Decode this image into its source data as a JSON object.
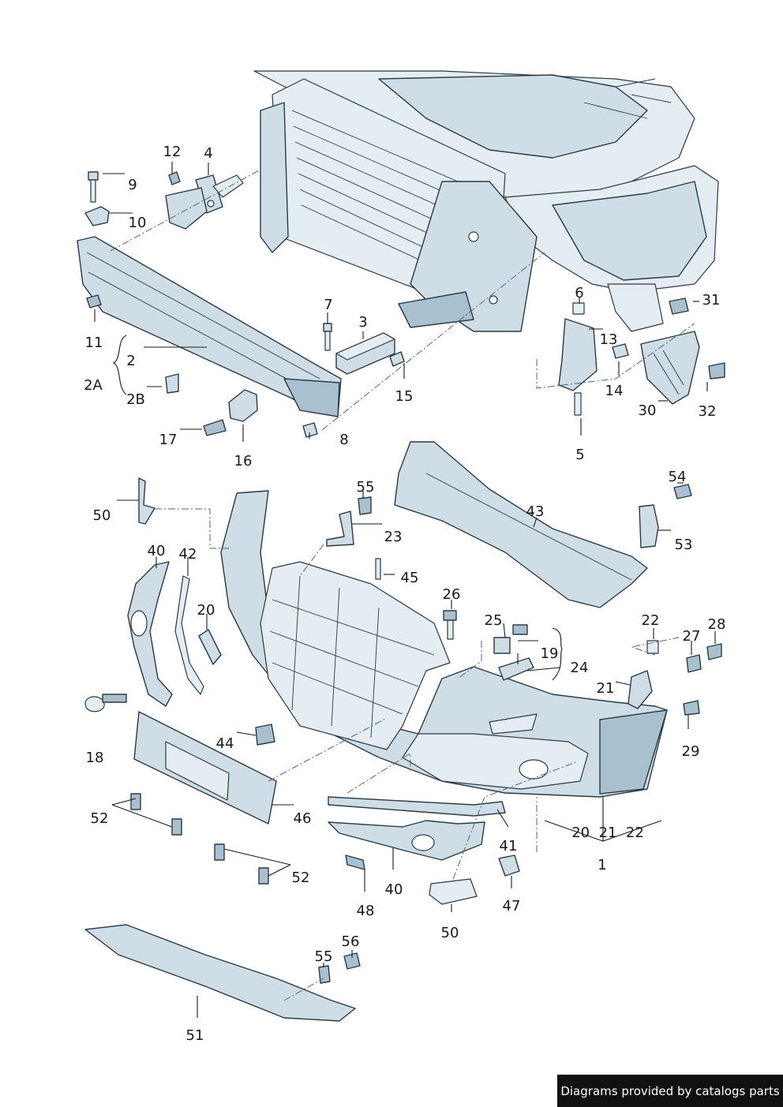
{
  "diagram": {
    "callouts": [
      "1",
      "2",
      "2A",
      "2B",
      "3",
      "4",
      "5",
      "7",
      "6",
      "8",
      "9",
      "10",
      "11",
      "12",
      "13",
      "14",
      "15",
      "16",
      "17",
      "18",
      "19",
      "20",
      "20",
      "21",
      "21",
      "22",
      "22",
      "23",
      "24",
      "25",
      "26",
      "27",
      "28",
      "29",
      "30",
      "31",
      "32",
      "40",
      "40",
      "41",
      "42",
      "43",
      "44",
      "45",
      "46",
      "47",
      "48",
      "50",
      "50",
      "51",
      "52",
      "52",
      "53",
      "54",
      "55",
      "55",
      "56",
      "20 21 22"
    ],
    "colors": {
      "part_fill": "#cfdde6",
      "outline": "#2c3a44"
    }
  },
  "watermark": "Diagrams provided by catalogs parts"
}
